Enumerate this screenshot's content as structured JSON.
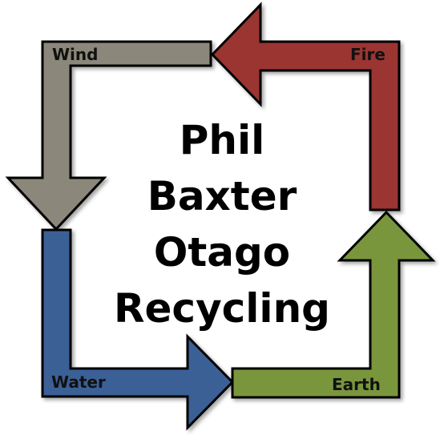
{
  "diagram": {
    "center_title_lines": [
      "Phil",
      "Baxter",
      "Otago",
      "Recycling"
    ],
    "elements": [
      {
        "label": "Wind",
        "color": "#8b877a",
        "direction": "down"
      },
      {
        "label": "Water",
        "color": "#3b6196",
        "direction": "right"
      },
      {
        "label": "Earth",
        "color": "#7a963c",
        "direction": "up"
      },
      {
        "label": "Fire",
        "color": "#9a3530",
        "direction": "left"
      }
    ],
    "cycle_order": [
      "Wind",
      "Water",
      "Earth",
      "Fire"
    ],
    "outline_color": "#000000"
  }
}
